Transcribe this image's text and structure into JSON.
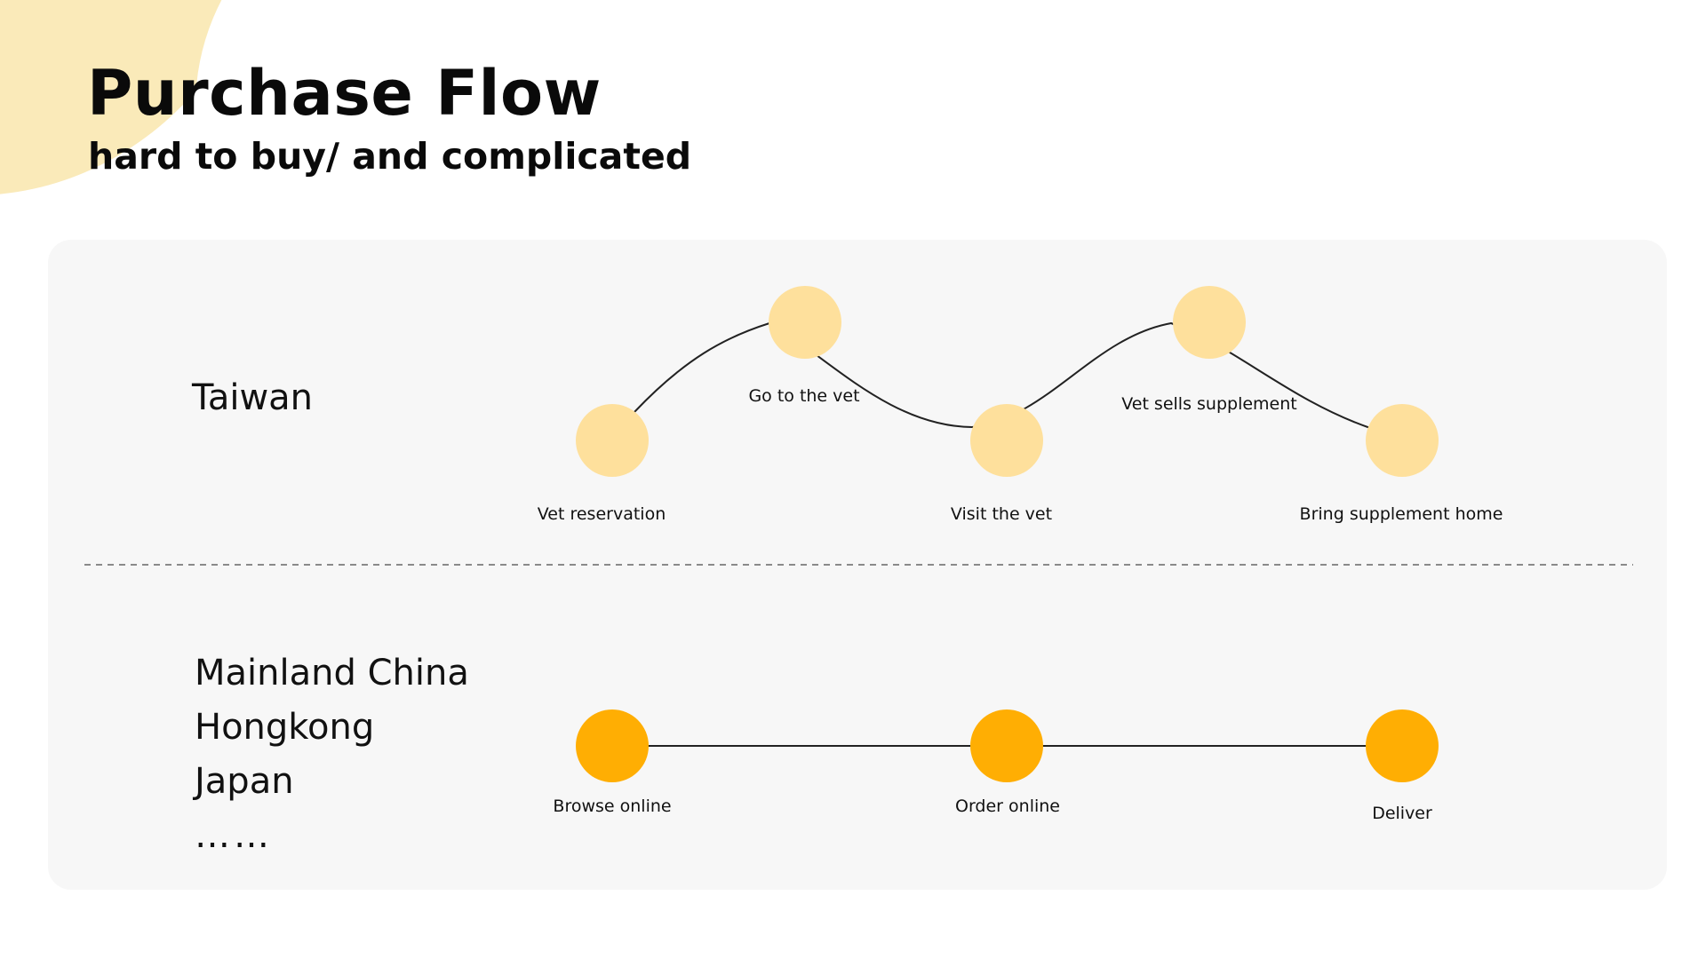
{
  "header": {
    "title": "Purchase Flow",
    "subtitle": "hard to buy/ and complicated"
  },
  "colors": {
    "accent_blob": "#faeab9",
    "taiwan_node": "#fee09c",
    "other_node": "#ffae03",
    "panel_bg": "#f7f7f7",
    "line": "#222222"
  },
  "taiwan": {
    "region": "Taiwan",
    "steps": [
      {
        "label": "Vet reservation",
        "level": "low"
      },
      {
        "label": "Go to the vet",
        "level": "high"
      },
      {
        "label": "Visit the vet",
        "level": "low"
      },
      {
        "label": "Vet sells supplement",
        "level": "high"
      },
      {
        "label": "Bring supplement home",
        "level": "low"
      }
    ]
  },
  "others": {
    "regions": [
      "Mainland China",
      "Hongkong",
      "Japan",
      "……"
    ],
    "steps": [
      {
        "label": "Browse online"
      },
      {
        "label": "Order online"
      },
      {
        "label": "Deliver"
      }
    ]
  }
}
